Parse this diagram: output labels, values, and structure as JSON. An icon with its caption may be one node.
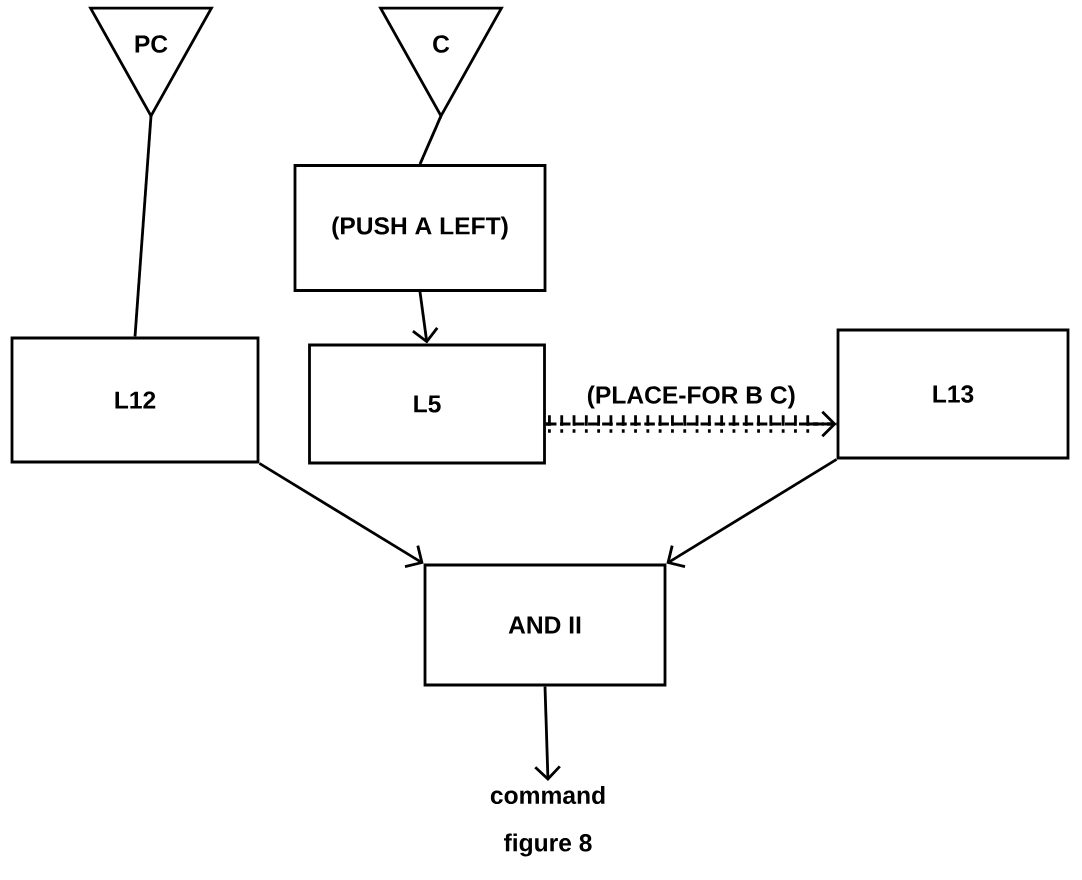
{
  "diagram": {
    "caption": "figure 8",
    "nodes": [
      {
        "text": [
          "PC"
        ]
      },
      {
        "text": [
          "C"
        ]
      },
      {
        "text": [
          "(PUSH A LEFT)"
        ]
      },
      {
        "text": [
          "L12"
        ]
      },
      {
        "text": [
          "L5"
        ]
      },
      {
        "text": [
          "L13"
        ]
      },
      {
        "text": [
          "AND II"
        ]
      },
      {
        "text": [
          "command"
        ]
      }
    ],
    "edges": [
      {
        "from": 0,
        "to": 3,
        "arrow": "none"
      },
      {
        "from": 1,
        "to": 2,
        "arrow": "none"
      },
      {
        "from": 2,
        "to": 4,
        "arrow": "to"
      },
      {
        "from": 4,
        "to": 5,
        "arrow": "to",
        "label": "(PLACE-FOR B C)",
        "style": "dashed"
      },
      {
        "from": 3,
        "to": 6,
        "arrow": "to"
      },
      {
        "from": 5,
        "to": 6,
        "arrow": "to"
      },
      {
        "from": 6,
        "to": 7,
        "arrow": "to"
      }
    ]
  }
}
